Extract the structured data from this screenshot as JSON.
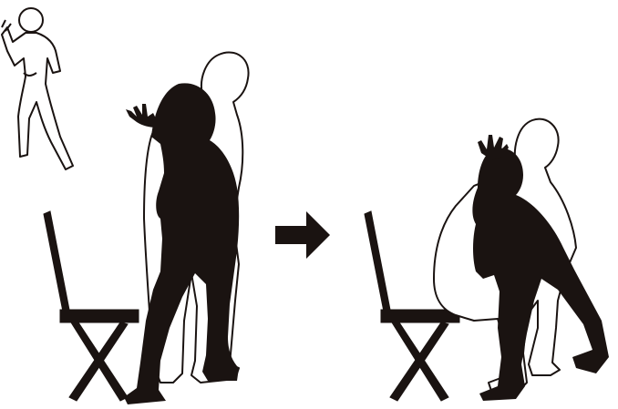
{
  "scene": {
    "panels": [
      {
        "name": "before",
        "figures": [
          "small-outline-figure",
          "outline-figure-standing",
          "black-figure-standing",
          "folding-chair"
        ]
      },
      {
        "name": "after",
        "figures": [
          "outline-figure-squatting",
          "black-figure-squatting",
          "folding-chair"
        ]
      }
    ],
    "arrow": "right-arrow-icon"
  },
  "colors": {
    "background": "#ffffff",
    "ink": "#1a1311",
    "outline": "#1a1311",
    "outline_fill": "#ffffff"
  }
}
